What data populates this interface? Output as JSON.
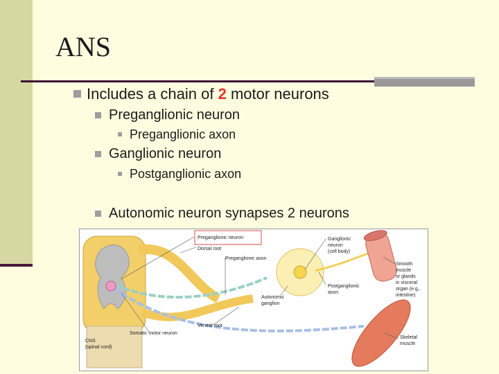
{
  "slide": {
    "title": "ANS",
    "bullets": {
      "b1_pre": "Includes a chain of ",
      "b1_num": "2",
      "b1_post": " motor neurons",
      "b2": "Preganglionic neuron",
      "b3": "Preganglionic axon",
      "b4": "Ganglionic neuron",
      "b5": "Postganglionic axon",
      "b6": "Autonomic neuron synapses 2 neurons"
    }
  },
  "diagram": {
    "labels": {
      "preganglionic_neuron": "Preganglionic neuron",
      "dorsal_root": "Dorsal root",
      "preganglionic_axon": "Preganglionic axon",
      "autonomic": "Autonomic",
      "ganglion": "ganglion",
      "ganglionic": "Ganglionic",
      "neuron": "neuron",
      "cell_body": "(cell body)",
      "postganglionic": "Postganglionic",
      "axon": "axon",
      "smooth": "Smooth",
      "muscle": "muscle",
      "or_glands": "or glands",
      "in_visceral": "in visceral",
      "organ_eg": "organ (e.g.,",
      "intestine": "intestine)",
      "ventral_root": "Ventral root",
      "somatic_motor_neuron": "Somatic motor neuron",
      "cns": "CNS",
      "spinal_cord": "(spinal cord)",
      "skeletal": "Skeletal",
      "skeletal_muscle": "muscle"
    }
  },
  "colors": {
    "accent_red": "#e8332a",
    "background": "#fffde0",
    "rule": "#3e1030"
  }
}
